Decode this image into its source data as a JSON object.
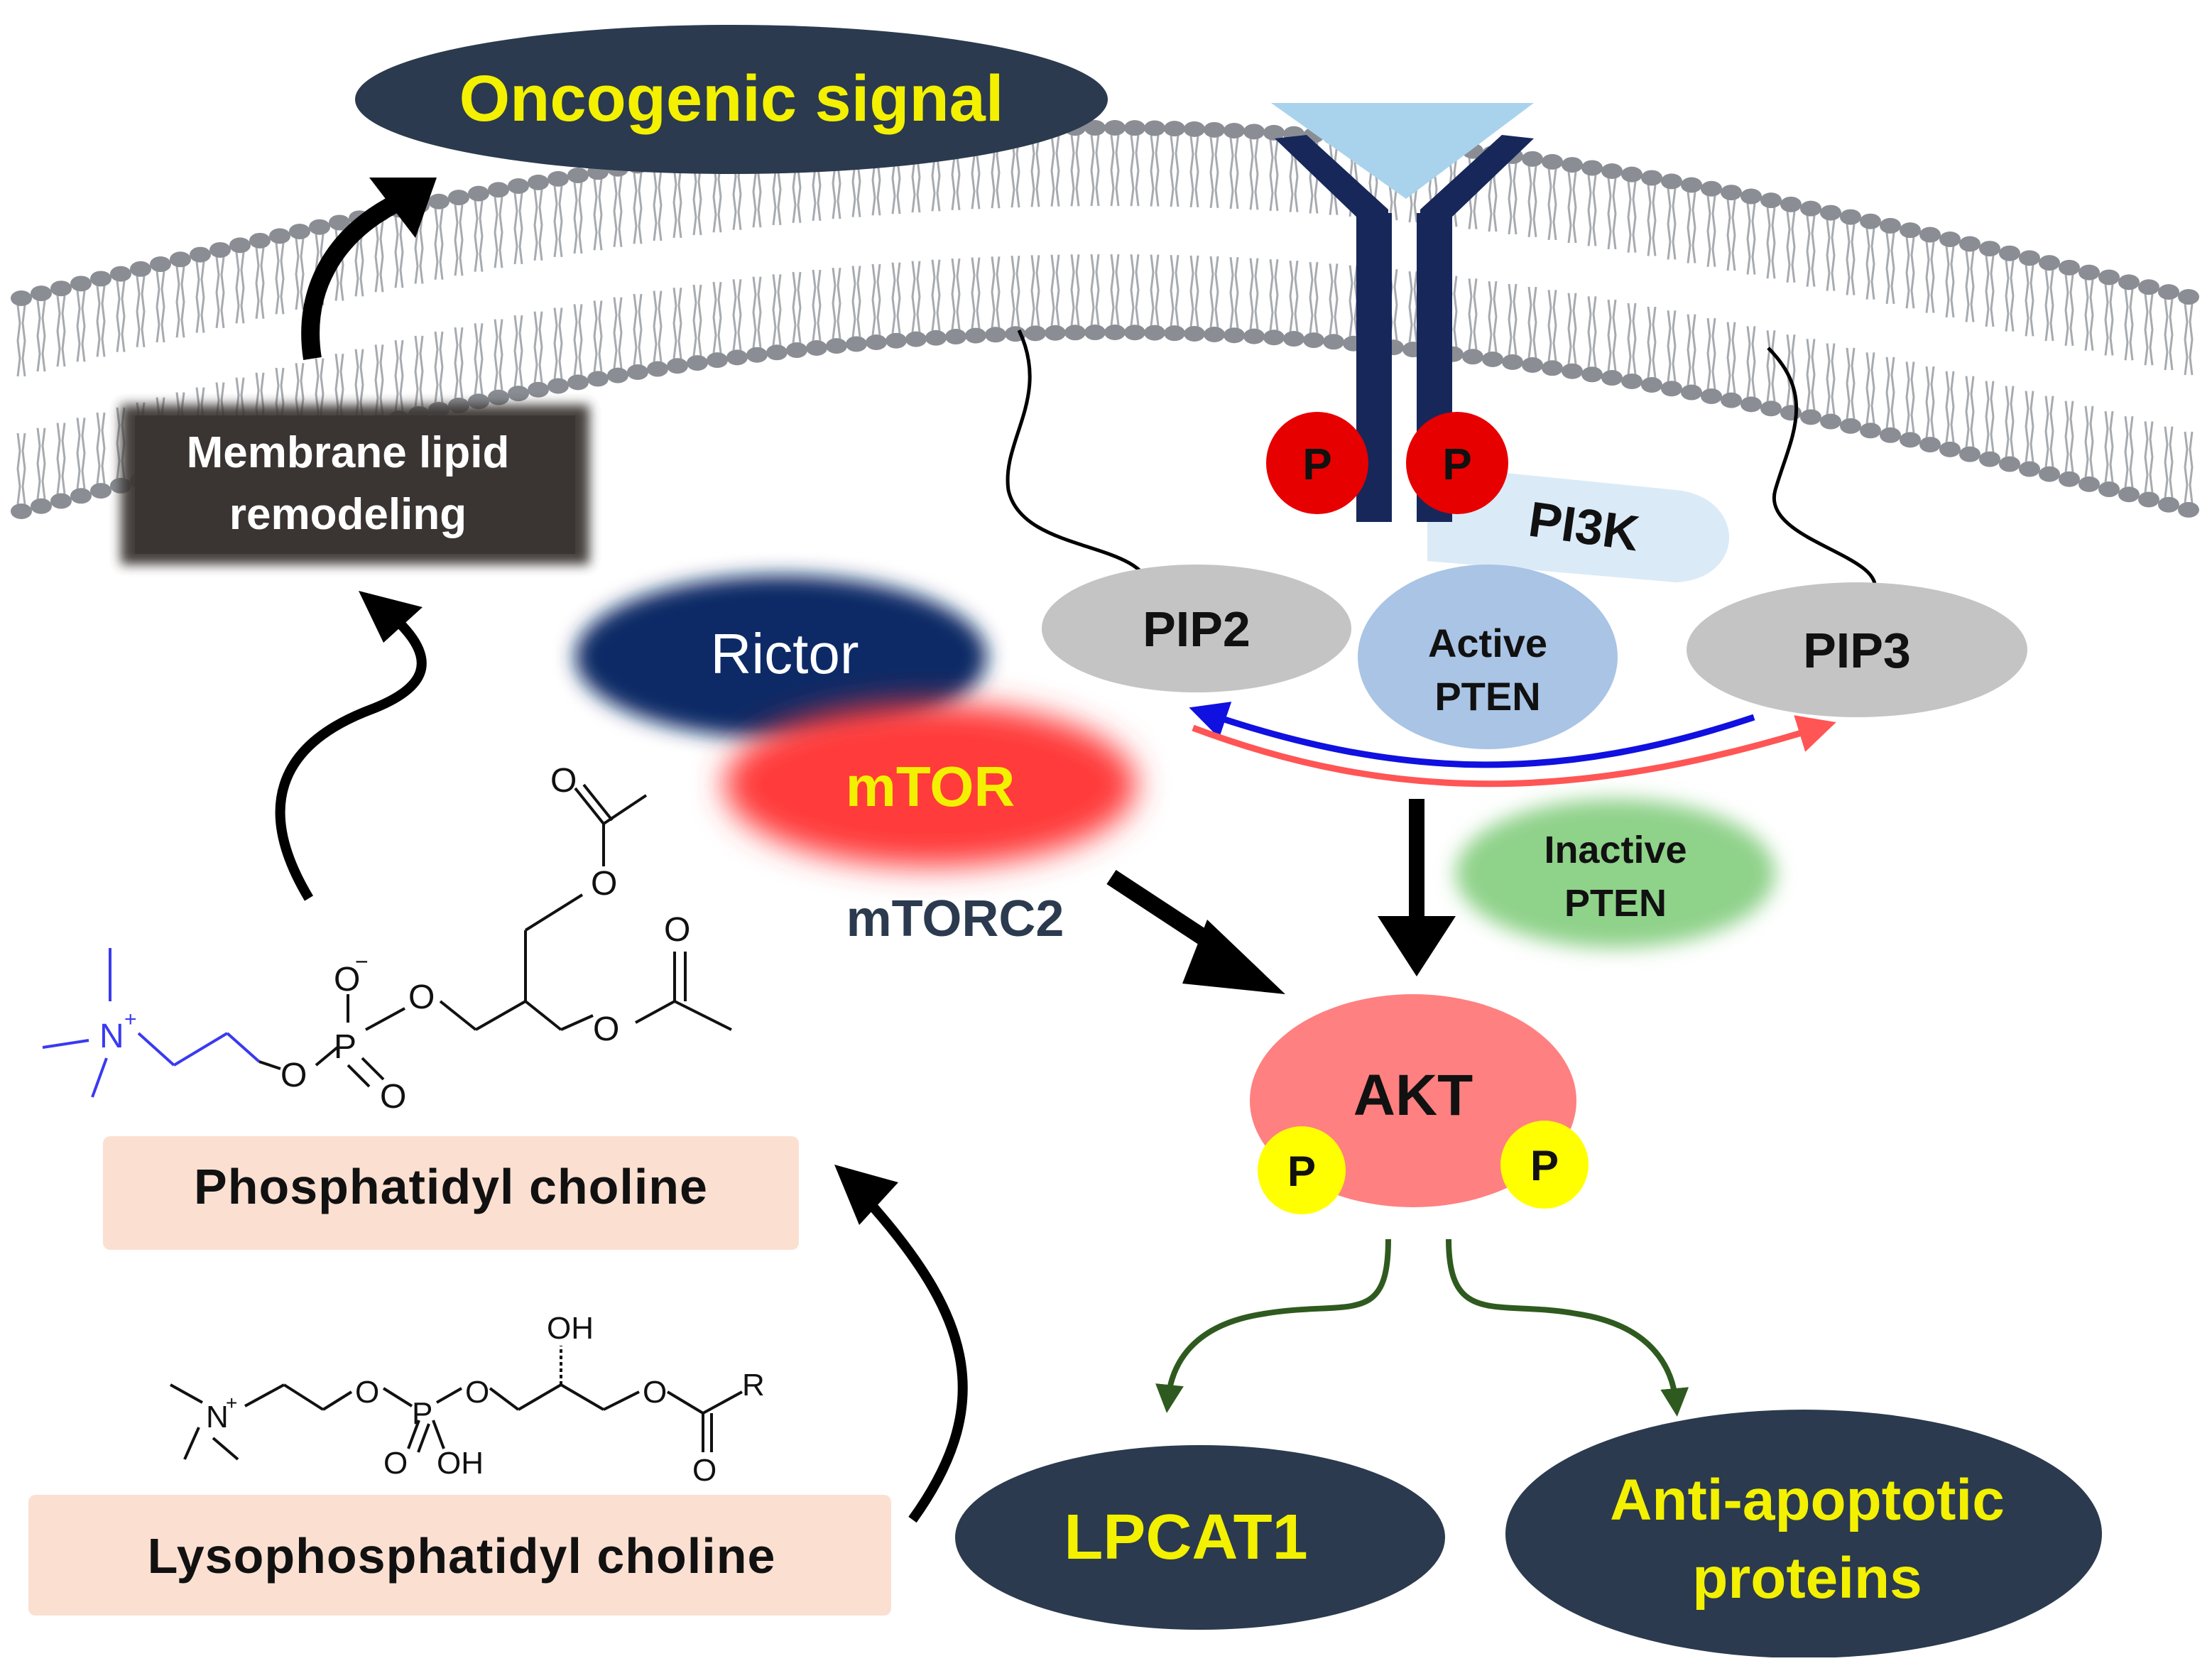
{
  "labels": {
    "oncogenic_signal": "Oncogenic signal",
    "membrane_lipid_line1": "Membrane lipid",
    "membrane_lipid_line2": "remodeling",
    "pi3k": "PI3K",
    "pip2": "PIP2",
    "pip3": "PIP3",
    "active_pten_line1": "Active",
    "active_pten_line2": "PTEN",
    "inactive_pten_line1": "Inactive",
    "inactive_pten_line2": "PTEN",
    "rictor": "Rictor",
    "mtor": "mTOR",
    "mtorc2": "mTORC2",
    "akt": "AKT",
    "phospho": "P",
    "phosphatidyl_choline": "Phosphatidyl choline",
    "lysophosphatidyl_choline": "Lysophosphatidyl choline",
    "lpcat1": "LPCAT1",
    "anti_apoptotic_line1": "Anti-apoptotic",
    "anti_apoptotic_line2": "proteins"
  },
  "chem": {
    "pc_n": "N",
    "pc_charge_plus": "+",
    "pc_o_minus": "O",
    "pc_minus": "−",
    "pc_p": "P",
    "pc_o": "O",
    "lpc_n": "N",
    "lpc_charge_plus": "+",
    "lpc_p": "P",
    "lpc_o": "O",
    "lpc_oh": "OH",
    "lpc_r": "R"
  },
  "colors": {
    "dark_navy": "#2b3a4e",
    "label_yellow": "#f3f100",
    "membrane_gray": "#8a8e94",
    "receptor_navy": "#17275a",
    "receptor_top": "#a9d3ec",
    "phospho_red": "#e60000",
    "phospho_yellow": "#ffff00",
    "pip_gray": "#c4c4c4",
    "active_pten_blue": "#a9c4e4",
    "inactive_pten_green": "#8fd28a",
    "rictor_navy": "#0b2a66",
    "mtor_red": "#ff3a3a",
    "akt_pink": "#ff8080",
    "lipid_box_peach": "#fbe0d2",
    "arrow_blue": "#1010e0",
    "arrow_red": "#ff5555",
    "arrow_green": "#2f5a1f"
  },
  "icons": {
    "receptor": "receptor-tyrosine-kinase-icon",
    "membrane": "lipid-bilayer-icon"
  }
}
